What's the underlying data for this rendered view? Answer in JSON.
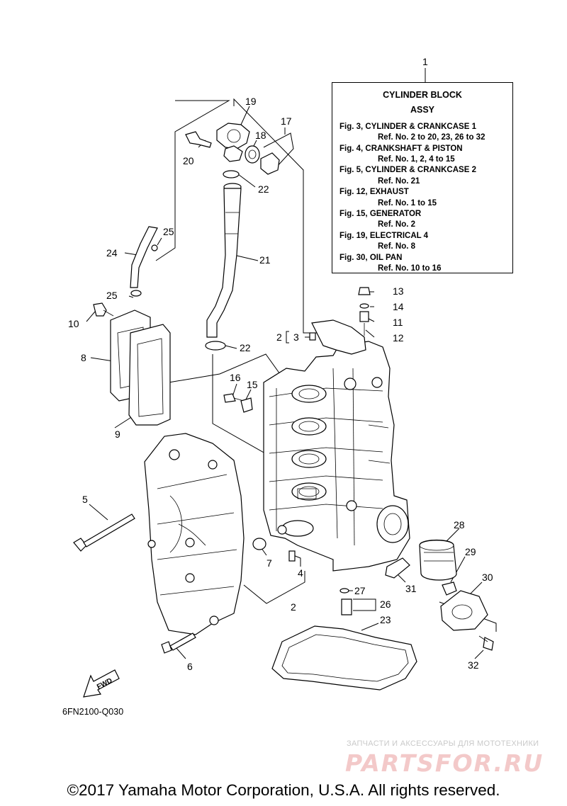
{
  "diagram": {
    "callouts": {
      "c1": "1",
      "c2a": "2",
      "c2b": "2",
      "c3": "3",
      "c4": "4",
      "c5": "5",
      "c6": "6",
      "c7": "7",
      "c8": "8",
      "c9": "9",
      "c10": "10",
      "c11": "11",
      "c12": "12",
      "c13": "13",
      "c14": "14",
      "c15": "15",
      "c16": "16",
      "c17": "17",
      "c18": "18",
      "c19": "19",
      "c20": "20",
      "c21": "21",
      "c22a": "22",
      "c22b": "22",
      "c23": "23",
      "c24": "24",
      "c25a": "25",
      "c25b": "25",
      "c26": "26",
      "c27": "27",
      "c28": "28",
      "c29": "29",
      "c30": "30",
      "c31": "31",
      "c32": "32"
    },
    "fwd_label": "FWD"
  },
  "legend": {
    "title_line1": "CYLINDER BLOCK",
    "title_line2": "ASSY",
    "entries": [
      {
        "fig": "Fig. 3, CYLINDER & CRANKCASE 1",
        "ref": "Ref. No. 2 to 20, 23, 26 to 32"
      },
      {
        "fig": "Fig. 4, CRANKSHAFT & PISTON",
        "ref": "Ref. No. 1, 2, 4 to 15"
      },
      {
        "fig": "Fig. 5, CYLINDER & CRANKCASE 2",
        "ref": "Ref. No. 21"
      },
      {
        "fig": "Fig. 12, EXHAUST",
        "ref": "Ref. No. 1 to 15"
      },
      {
        "fig": "Fig. 15, GENERATOR",
        "ref": "Ref. No. 2"
      },
      {
        "fig": "Fig. 19, ELECTRICAL 4",
        "ref": "Ref. No. 8"
      },
      {
        "fig": "Fig. 30, OIL PAN",
        "ref": "Ref. No. 10 to 16"
      }
    ]
  },
  "diagram_code": "6FN2100-Q030",
  "watermark": {
    "line1": "ЗАПЧАСТИ И АКСЕССУАРЫ ДЛЯ МОТОТЕХНИКИ",
    "line2": "PARTSFOR.RU"
  },
  "copyright": "©2017 Yamaha Motor Corporation, U.S.A. All rights reserved."
}
